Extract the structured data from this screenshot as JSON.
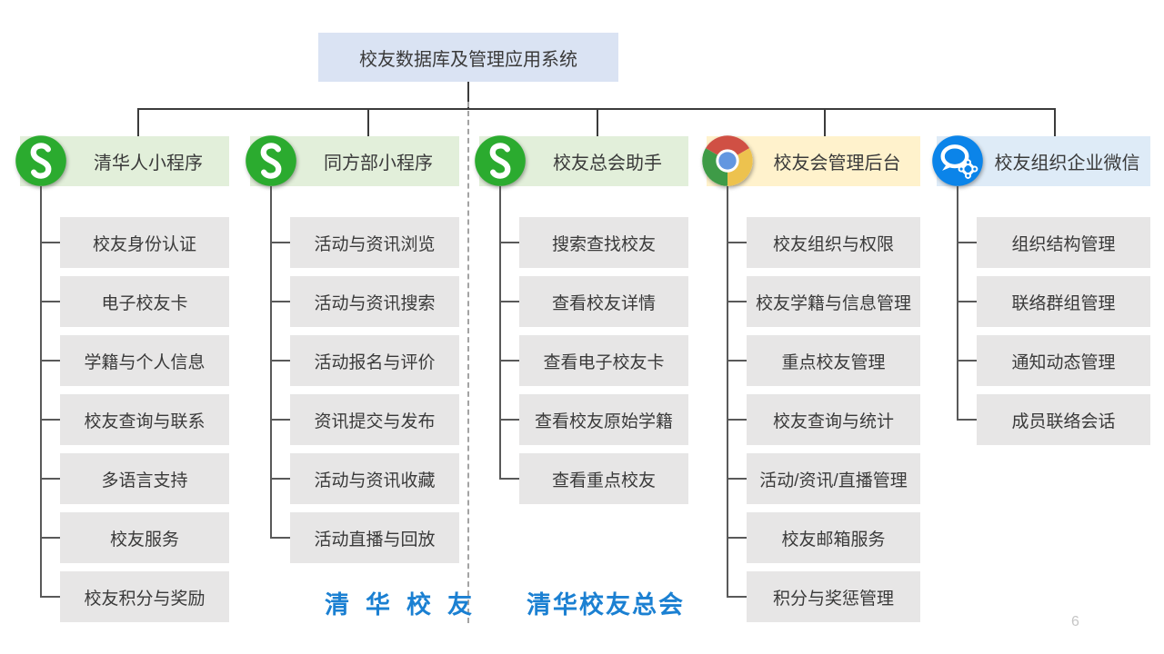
{
  "slide": {
    "title": "校友数据库及管理应用系统",
    "page_number": "6",
    "footer_labels": [
      {
        "text": "清华校友"
      },
      {
        "text": "清华校友总会"
      }
    ]
  },
  "colors": {
    "title_bg": "#dae3f3",
    "header_green": "#e2efda",
    "header_yellow": "#fff2cc",
    "header_blue": "#deebf7",
    "item_bg": "#e7e6e6",
    "label_blue": "#1b80d2",
    "wechat_green": "#2bab2f",
    "wecom_blue": "#0b84e9",
    "chrome_red": "#d05044",
    "chrome_yellow": "#edc24e",
    "chrome_green": "#3e9b47",
    "chrome_blue": "#6397e0"
  },
  "columns": [
    {
      "id": "qinghuaren-miniprogram",
      "label": "清华人小程序",
      "icon": "wechat-miniprogram-icon",
      "theme": "green",
      "items": [
        "校友身份认证",
        "电子校友卡",
        "学籍与个人信息",
        "校友查询与联系",
        "多语言支持",
        "校友服务",
        "校友积分与奖励"
      ]
    },
    {
      "id": "tongfangbu-miniprogram",
      "label": "同方部小程序",
      "icon": "wechat-miniprogram-icon",
      "theme": "green",
      "items": [
        "活动与资讯浏览",
        "活动与资讯搜索",
        "活动报名与评价",
        "资讯提交与发布",
        "活动与资讯收藏",
        "活动直播与回放"
      ]
    },
    {
      "id": "alumni-association-assistant",
      "label": "校友总会助手",
      "icon": "wechat-miniprogram-icon",
      "theme": "green",
      "items": [
        "搜索查找校友",
        "查看校友详情",
        "查看电子校友卡",
        "查看校友原始学籍",
        "查看重点校友"
      ]
    },
    {
      "id": "alumni-admin-backend",
      "label": "校友会管理后台",
      "icon": "chrome-icon",
      "theme": "yellow",
      "items": [
        "校友组织与权限",
        "校友学籍与信息管理",
        "重点校友管理",
        "校友查询与统计",
        "活动/资讯/直播管理",
        "校友邮箱服务",
        "积分与奖惩管理"
      ]
    },
    {
      "id": "alumni-org-wecom",
      "label": "校友组织企业微信",
      "icon": "wecom-icon",
      "theme": "blue",
      "items": [
        "组织结构管理",
        "联络群组管理",
        "通知动态管理",
        "成员联络会话"
      ]
    }
  ]
}
